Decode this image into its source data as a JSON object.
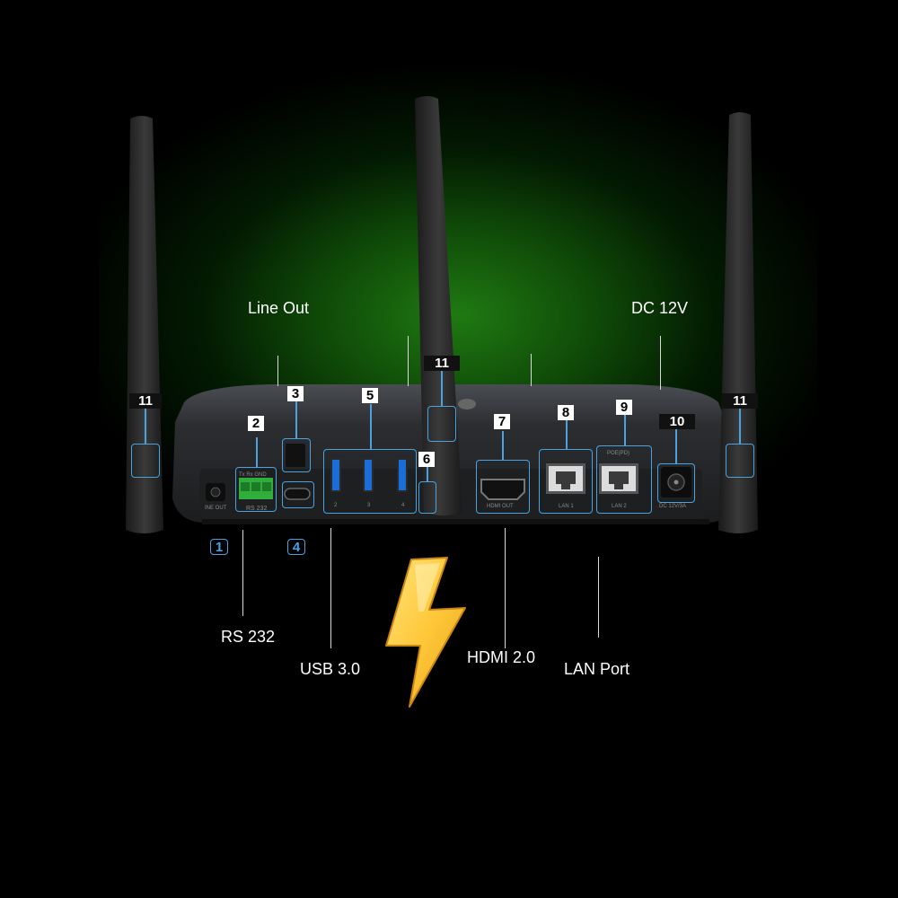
{
  "callouts": {
    "line_out": "Line Out",
    "dc_12v": "DC 12V",
    "rs232": "RS 232",
    "usb30": "USB 3.0",
    "hdmi20": "HDMI 2.0",
    "lan_port": "LAN Port"
  },
  "number_tags": {
    "n1": "1",
    "n2": "2",
    "n3": "3",
    "n4": "4",
    "n5": "5",
    "n6": "6",
    "n7": "7",
    "n8": "8",
    "n9": "9",
    "n10": "10",
    "n11": "11"
  },
  "port_labels": {
    "line_out": "INE OUT",
    "rs232": "RS 232",
    "rs232_pins": "Tx  Rx  GND",
    "usb2": "2",
    "usb3": "3",
    "usb4": "4",
    "hdmi_out": "HDMI OUT",
    "lan1": "LAN 1",
    "lan2": "LAN 2",
    "poe": "POE(PD)",
    "dc": "DC 12V/3A"
  },
  "colors": {
    "background": "#000000",
    "glow": "#1f7a12",
    "callout_box": "#4aa3e0",
    "bolt_light": "#ffd65a",
    "bolt_dark": "#e8a11a"
  },
  "icons": [
    "lightning-bolt-icon",
    "antenna-icon",
    "router-device-icon"
  ]
}
